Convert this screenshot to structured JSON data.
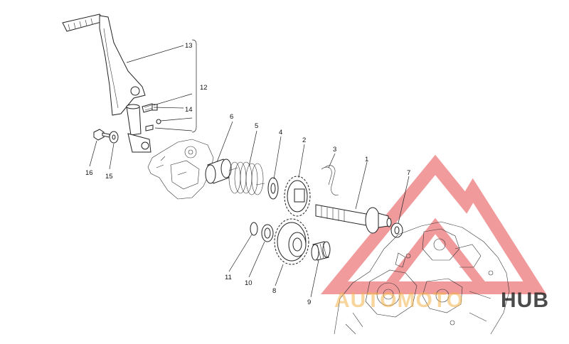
{
  "callouts": [
    {
      "id": "13",
      "label": "13"
    },
    {
      "id": "12",
      "label": "12"
    },
    {
      "id": "14",
      "label": "14"
    },
    {
      "id": "16",
      "label": "16"
    },
    {
      "id": "15",
      "label": "15"
    },
    {
      "id": "6",
      "label": "6"
    },
    {
      "id": "5",
      "label": "5"
    },
    {
      "id": "4",
      "label": "4"
    },
    {
      "id": "2",
      "label": "2"
    },
    {
      "id": "3",
      "label": "3"
    },
    {
      "id": "1",
      "label": "1"
    },
    {
      "id": "7",
      "label": "7"
    },
    {
      "id": "11",
      "label": "11"
    },
    {
      "id": "10",
      "label": "10"
    },
    {
      "id": "8",
      "label": "8"
    },
    {
      "id": "9",
      "label": "9"
    }
  ],
  "watermark": {
    "part1": "AUTOMOTO",
    "part2": "HUB",
    "color_light": "#f3b24a",
    "color_dark": "#1e1e1e",
    "triangle_color": "#e5484d"
  }
}
